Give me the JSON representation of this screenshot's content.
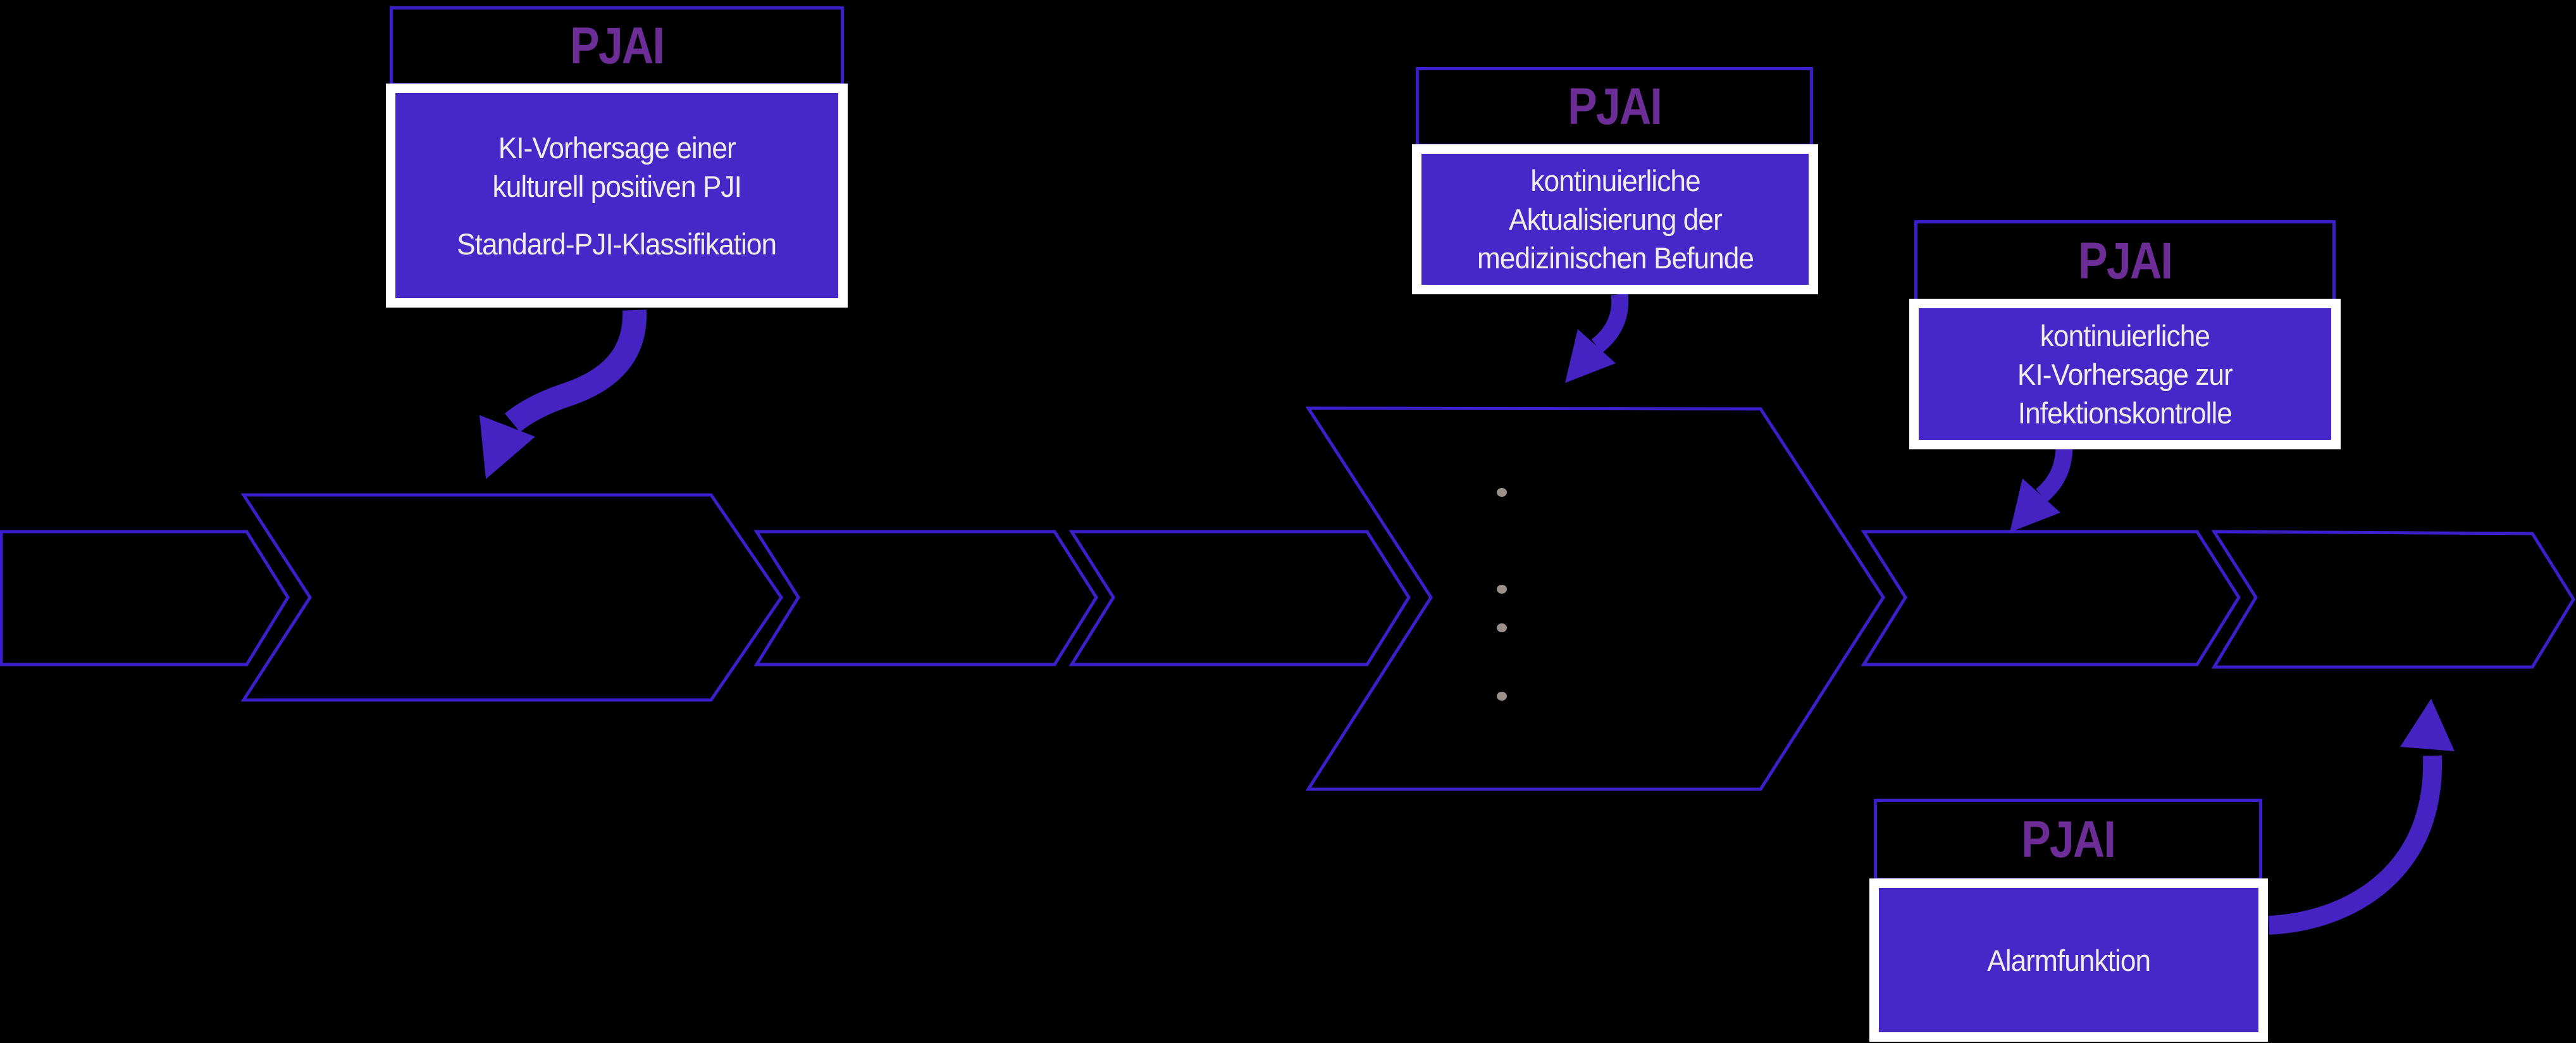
{
  "diagram": {
    "title_label": "PJAI",
    "callouts": [
      {
        "title": "PJAI",
        "paragraphs": [
          [
            "KI-Vorhersage einer",
            "kulturell positiven PJI"
          ],
          [
            "Standard-PJI-Klassifikation"
          ]
        ]
      },
      {
        "title": "PJAI",
        "paragraphs": [
          [
            "kontinuierliche",
            "Aktualisierung der",
            "medizinischen Befunde"
          ]
        ]
      },
      {
        "title": "PJAI",
        "paragraphs": [
          [
            "kontinuierliche",
            "KI-Vorhersage zur",
            "Infektionskontrolle"
          ]
        ]
      },
      {
        "title": "PJAI",
        "paragraphs": [
          [
            "Alarmfunktion"
          ]
        ]
      }
    ],
    "process": {
      "step_count": 7,
      "bullet_dot_count": 4
    },
    "colors": {
      "background": "#000000",
      "chevron_outline": "#3B1FCB",
      "callout_fill": "#4628C8",
      "callout_border": "#FFFFFF",
      "callout_header_border": "#3B1FCB",
      "title_text": "#6C2E96",
      "body_text": "#F1ECE8",
      "arrow": "#4423C2",
      "bullet_dot": "#9A9089"
    }
  }
}
